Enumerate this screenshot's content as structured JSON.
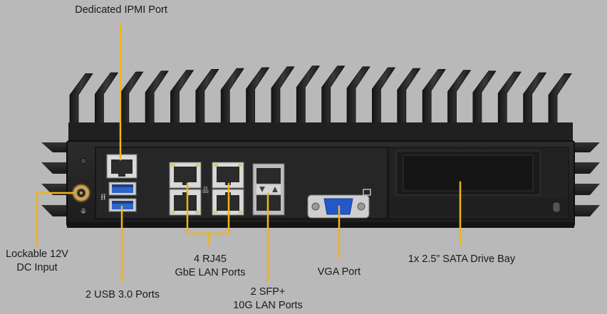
{
  "colors": {
    "background": "#b9b9b9",
    "callout_line": "#f2b21b",
    "chassis": "#1e1e1e",
    "fin": "#2a2a2a",
    "port_blue": "#2f64c9",
    "vga_blue": "#2457c8"
  },
  "callouts": {
    "ipmi": {
      "lines": [
        "Dedicated IPMI  Port"
      ]
    },
    "dc_input": {
      "lines": [
        "Lockable 12V",
        "DC Input"
      ]
    },
    "usb": {
      "lines": [
        "2 USB 3.0 Ports"
      ]
    },
    "rj45": {
      "lines": [
        "4 RJ45",
        "GbE LAN Ports"
      ]
    },
    "sfp": {
      "lines": [
        "2 SFP+",
        "10G LAN Ports"
      ]
    },
    "vga": {
      "lines": [
        "VGA Port"
      ]
    },
    "drive_bay": {
      "lines": [
        "1x 2.5” SATA Drive Bay"
      ]
    }
  },
  "icons": {
    "usb": "usb-symbol-icon",
    "network": "network-symbol-icon",
    "display": "monitor-symbol-icon",
    "lock": "kensington-lock-icon",
    "ground": "ground-symbol-icon"
  },
  "device": {
    "fin_count": 20
  }
}
